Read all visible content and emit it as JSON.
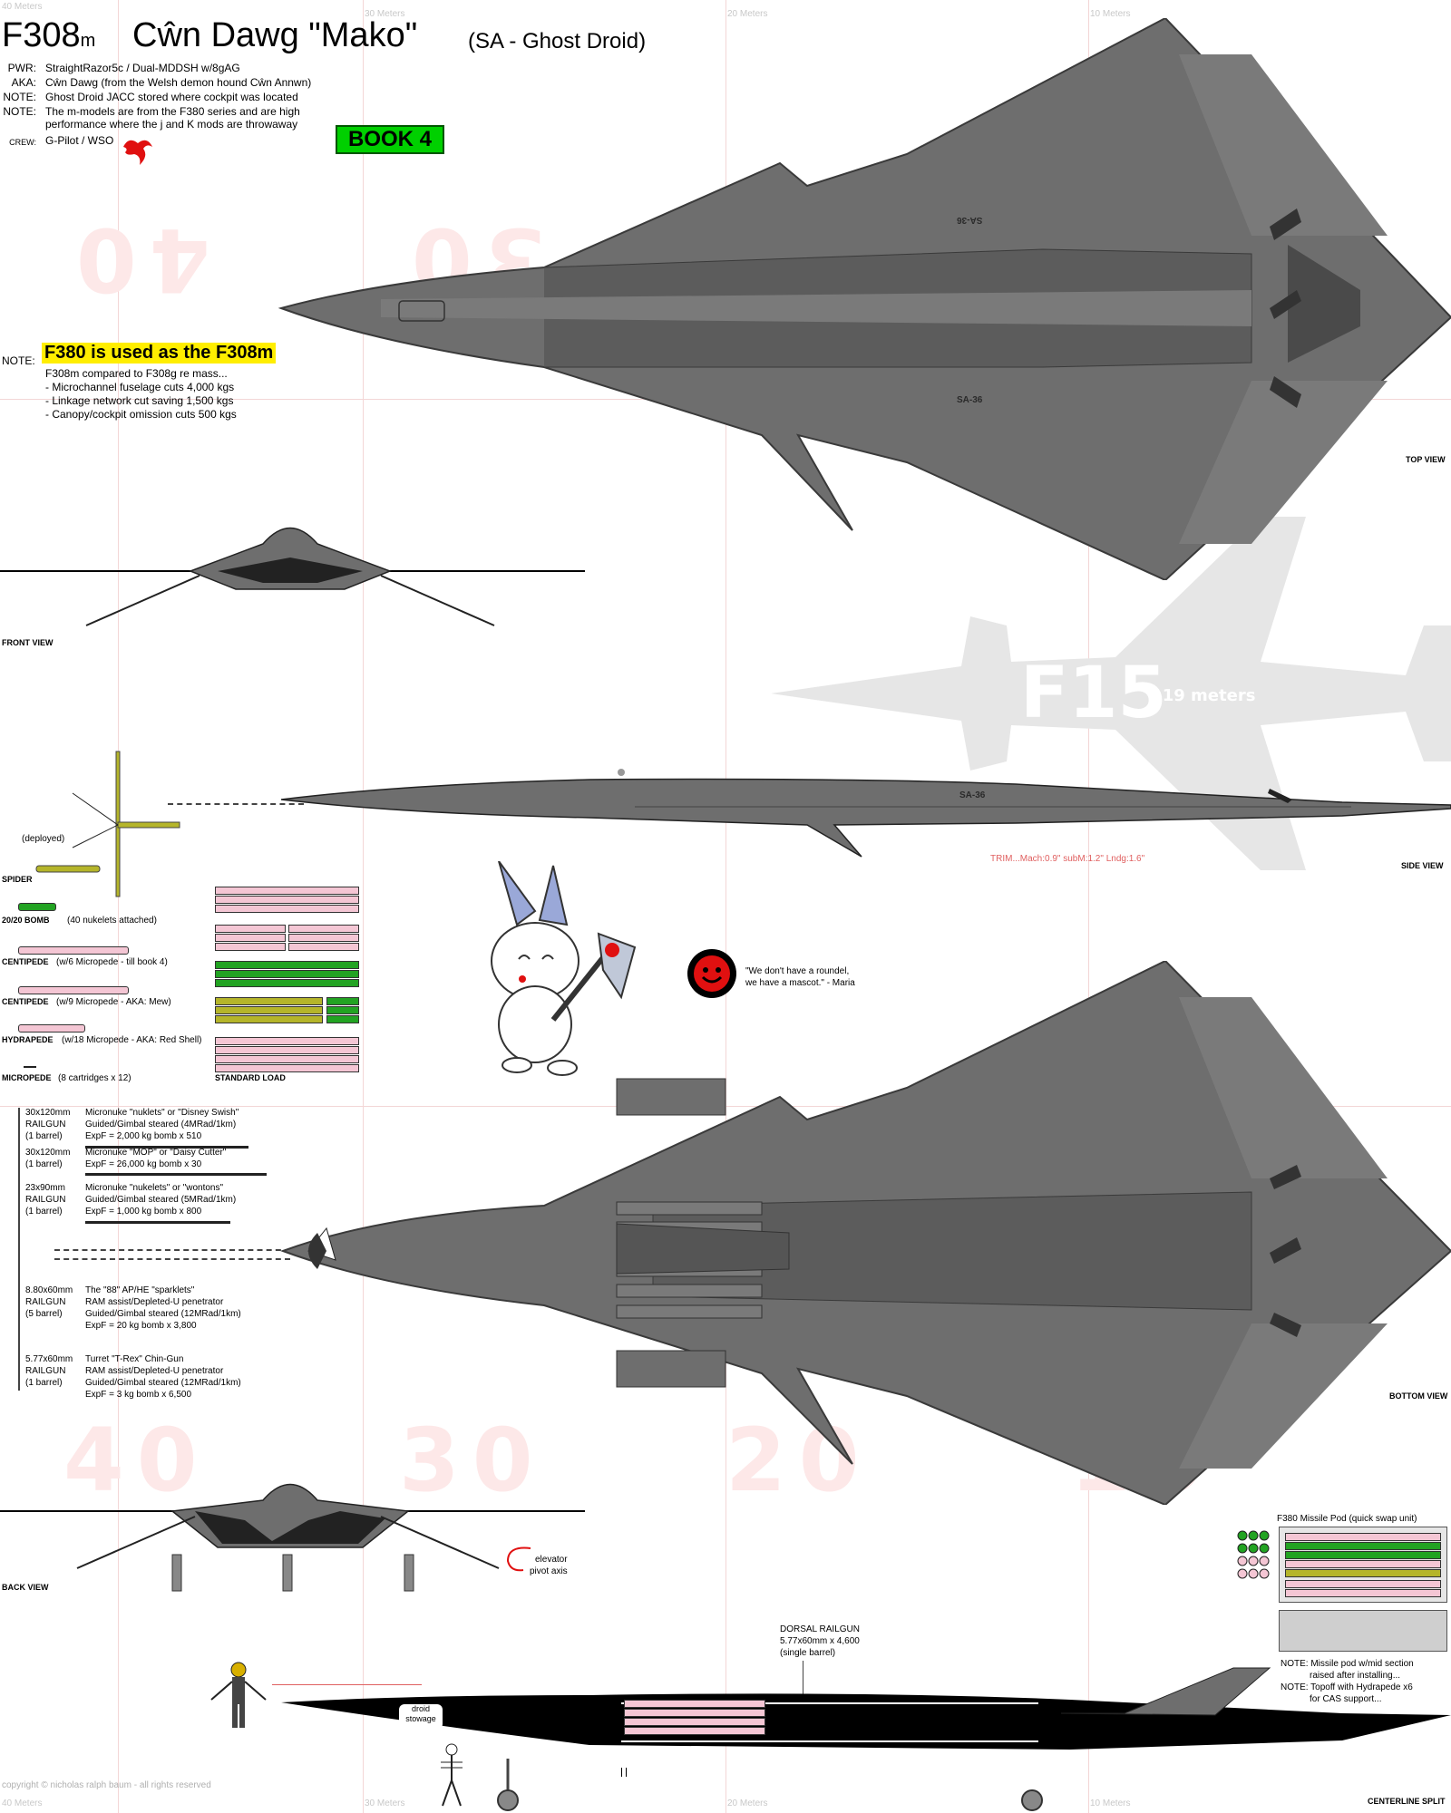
{
  "title": {
    "designation": "F308",
    "designation_suffix": "m",
    "name": "Cŵn Dawg \"Mako\"",
    "subtitle": "(SA - Ghost Droid)"
  },
  "specs": [
    {
      "key": "PWR:",
      "value": "StraightRazor5c / Dual-MDDSH w/8gAG"
    },
    {
      "key": "AKA:",
      "value": "Cŵn Dawg (from the Welsh demon hound Cŵn Annwn)"
    },
    {
      "key": "NOTE:",
      "value": "Ghost Droid JACC stored where cockpit was located"
    },
    {
      "key": "NOTE:",
      "value": "The m-models are from the F380 series and are high"
    },
    {
      "key": "",
      "value": "performance where the j and K mods are throwaway"
    },
    {
      "key": "CREW:",
      "value": "G-Pilot / WSO"
    }
  ],
  "book_badge": "BOOK 4",
  "f380_note": {
    "prefix": "NOTE:",
    "headline": "F380 is used as the F308m",
    "lines": [
      "F308m compared to F308g re mass...",
      "- Microchannel fuselage cuts 4,000 kgs",
      "- Linkage network cut saving 1,500 kgs",
      "- Canopy/cockpit omission cuts 500 kgs"
    ]
  },
  "meter_labels": {
    "m40": "40 Meters",
    "m30": "30 Meters",
    "m20": "20 Meters",
    "m10": "10 Meters"
  },
  "big_numbers": {
    "top_left": "40",
    "top_mid": "30",
    "bottom_40": "40",
    "bottom_30": "30",
    "bottom_20": "20",
    "bottom_10": "10"
  },
  "f15": {
    "label": "F15",
    "length": "- 19 meters"
  },
  "hull_markings": {
    "top_upper": "SA-36",
    "top_lower": "SA-36",
    "side": "SA-36"
  },
  "views": {
    "top": "TOP VIEW",
    "front": "FRONT VIEW",
    "side": "SIDE VIEW",
    "bottom": "BOTTOM VIEW",
    "back": "BACK VIEW",
    "centerline": "CENTERLINE SPLIT"
  },
  "trim": "TRIM...Mach:0.9\" subM:1.2\" Lndg:1.6\"",
  "weapons": {
    "deployed": "(deployed)",
    "spider": "SPIDER",
    "bomb2020": {
      "name": "20/20 BOMB",
      "note": "(40 nukelets attached)"
    },
    "centipede1": {
      "name": "CENTIPEDE",
      "note": "(w/6 Micropede - till book 4)"
    },
    "centipede2": {
      "name": "CENTIPEDE",
      "note": "(w/9 Micropede - AKA: Mew)"
    },
    "hydrapede": {
      "name": "HYDRAPEDE",
      "note": "(w/18 Micropede - AKA: Red Shell)"
    },
    "micropede": {
      "name": "MICROPEDE",
      "note": "(8 cartridges x 12)"
    },
    "standard_load": "STANDARD LOAD"
  },
  "mascot_quote": [
    "\"We don't have a roundel,",
    "we have a mascot.\" - Maria"
  ],
  "railguns": [
    {
      "spec": [
        "30x120mm",
        "RAILGUN",
        "(1 barrel)"
      ],
      "desc": [
        "Micronuke \"nuklets\" or \"Disney Swish\"",
        "Guided/Gimbal steared (4MRad/1km)",
        "ExpF = 2,000 kg bomb x 510"
      ]
    },
    {
      "spec": [
        "30x120mm",
        "(1 barrel)"
      ],
      "desc": [
        "Micronuke \"MOP\" or \"Daisy Cutter\"",
        "ExpF = 26,000 kg bomb x 30"
      ]
    },
    {
      "spec": [
        "23x90mm",
        "RAILGUN",
        "(1 barrel)"
      ],
      "desc": [
        "Micronuke \"nukelets\" or \"wontons\"",
        "Guided/Gimbal steared (5MRad/1km)",
        "ExpF = 1,000 kg bomb x 800"
      ]
    },
    {
      "spec": [
        "8.80x60mm",
        "RAILGUN",
        "(5 barrel)"
      ],
      "desc": [
        "The \"88\" AP/HE \"sparklets\"",
        "RAM assist/Depleted-U penetrator",
        "Guided/Gimbal steared (12MRad/1km)",
        "ExpF = 20 kg bomb x 3,800"
      ]
    },
    {
      "spec": [
        "5.77x60mm",
        "RAILGUN",
        "(1 barrel)"
      ],
      "desc": [
        "Turret \"T-Rex\" Chin-Gun",
        "RAM assist/Depleted-U penetrator",
        "Guided/Gimbal steared (12MRad/1km)",
        "ExpF = 3 kg bomb x 6,500"
      ]
    }
  ],
  "elevator_note": [
    "elevator",
    "pivot axis"
  ],
  "missile_pod": {
    "title": "F380 Missile Pod (quick swap unit)",
    "notes": [
      "NOTE: Missile pod w/mid section",
      "raised after installing...",
      "NOTE: Topoff with Hydrapede x6",
      "for CAS support..."
    ]
  },
  "dorsal": [
    "DORSAL RAILGUN",
    "5.77x60mm x 4,600",
    "(single barrel)"
  ],
  "droid_stowage": [
    "droid",
    "stowage"
  ],
  "copyright": "copyright © nicholas ralph baum - all rights reserved",
  "colors": {
    "hull": "#6e6e6e",
    "hull_light": "#8a8a8a",
    "hull_dark": "#505050",
    "black": "#000000",
    "grid": "#f3d6d6",
    "badge": "#00d000",
    "highlight": "#ffee00",
    "pink_ammo": "#f4c6d4",
    "green_ammo": "#22a322",
    "olive_ammo": "#b5b52a",
    "mascot_red": "#e01010"
  },
  "icons": {
    "mascot": "rabbit-with-axe-icon",
    "roundel": "red-smiley-roundel-icon",
    "logo": "red-devil-logo-icon"
  }
}
